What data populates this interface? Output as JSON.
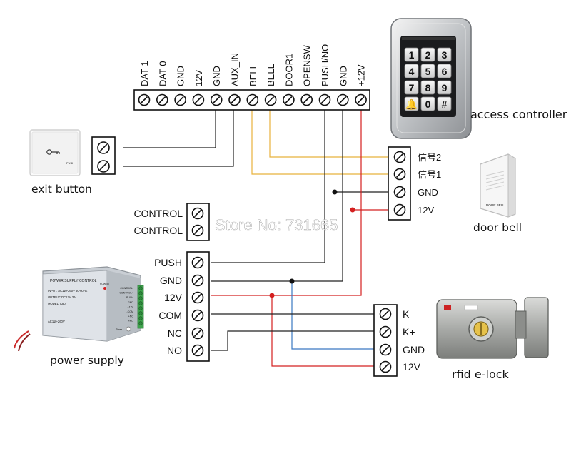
{
  "controller": {
    "terminals": [
      "DAT 1",
      "DAT 0",
      "GND",
      "12V",
      "GND",
      "AUX_IN",
      "BELL",
      "BELL",
      "DOOR1",
      "OPENSW",
      "PUSH/NO",
      "GND",
      "+12V"
    ],
    "caption": "access controller",
    "keypad_keys": [
      "1",
      "2",
      "3",
      "4",
      "5",
      "6",
      "7",
      "8",
      "9",
      "🔔",
      "0",
      "#"
    ]
  },
  "exit_button": {
    "caption": "exit button",
    "plate_text": "PUSH"
  },
  "door_bell": {
    "terminals": [
      "信号2",
      "信号1",
      "GND",
      "12V"
    ],
    "caption": "door bell",
    "device_text": "DOOR BELL"
  },
  "control_block": {
    "terminals": [
      "CONTROL",
      "CONTROL"
    ]
  },
  "power_supply": {
    "terminals": [
      "PUSH",
      "GND",
      "12V",
      "COM",
      "NC",
      "NO"
    ],
    "caption": "power supply",
    "box_title": "POWER SUPPLY CONTROL",
    "box_lines": [
      "INPUT: AC110-260V 50-60HZ",
      "OUTPUT: DC12V 3A",
      "MODEL: K80"
    ],
    "box_bottom": "AC110-260V",
    "box_side": [
      "CONTROL-",
      "CONTROL+",
      "PUSH",
      "GND",
      "+12V",
      "-COM",
      "+NC",
      "+NO"
    ],
    "led_label": "POWER",
    "timer_label": "Timer"
  },
  "lock": {
    "terminals": [
      "K–",
      "K+",
      "GND",
      "12V"
    ],
    "caption": "rfid e-lock"
  },
  "watermark": "Store No: 731665",
  "colors": {
    "yellow": "#e8b23c",
    "red": "#d42020",
    "blue": "#3a78c2",
    "black": "#222222"
  }
}
